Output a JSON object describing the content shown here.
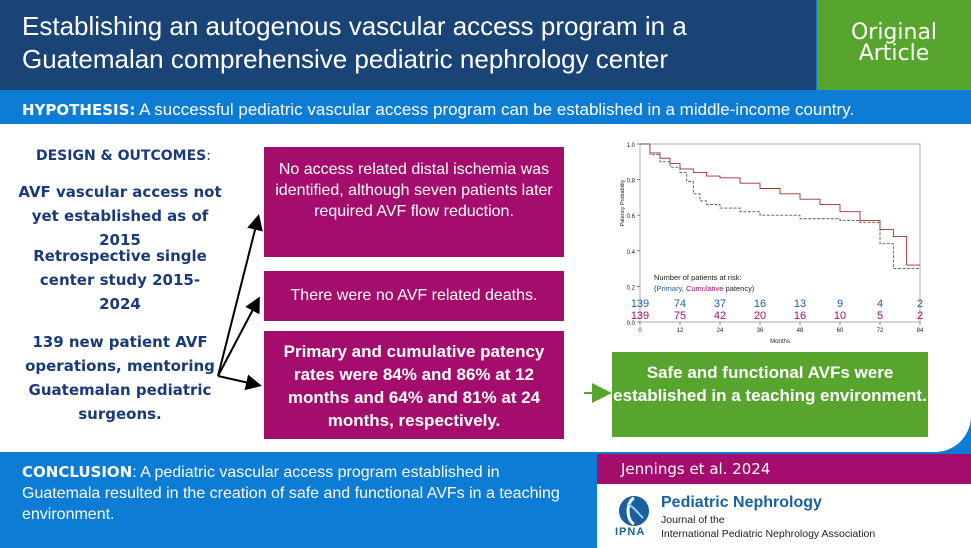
{
  "header": {
    "title": "Establishing an autogenous vascular access program in a Guatemalan comprehensive pediatric nephrology center",
    "tag": "Original Article",
    "tag_line1": "Original",
    "tag_line2": "Article"
  },
  "hypothesis": {
    "label": "HYPOTHESIS:",
    "text": " A successful pediatric vascular access program can be established in a middle-income country."
  },
  "design": {
    "label": "DESIGN & OUTCOMES",
    "colon": ":",
    "statements": [
      "AVF vascular access not yet established as of 2015",
      "Retrospective single center study 2015-2024",
      "139 new patient AVF operations, mentoring Guatemalan pediatric surgeons."
    ]
  },
  "findings": [
    "No access related distal ischemia was identified, although seven patients later required AVF flow reduction.",
    "There were no AVF related deaths.",
    "Primary and cumulative patency rates were 84% and 86% at 12 months and 64% and 81% at 24 months, respectively."
  ],
  "result": "Safe and functional AVFs were established in a teaching environment.",
  "conclusion": {
    "label": "CONCLUSION",
    "text": ": A pediatric vascular access program established in Guatemala resulted in the creation of safe and functional AVFs in a teaching environment."
  },
  "citation": "Jennings et al. 2024",
  "journal": {
    "name": "Pediatric Nephrology",
    "line1": "Journal of the",
    "line2": "International Pediatric Nephrology Association",
    "logo_text": "IPNA"
  },
  "colors": {
    "header_bg": "#1a4476",
    "page_bg": "#0c7cd5",
    "magenta": "#a50d6d",
    "green": "#57a52d",
    "primary_line": "#a52a2a",
    "cumulative_line": "#555555"
  },
  "chart_data": {
    "type": "line",
    "ylabel": "Patency Probability",
    "xlabel": "Months",
    "y_ticks": [
      "0.0",
      "0.2",
      "0.4",
      "0.6",
      "0.8",
      "1.0"
    ],
    "x_ticks": [
      "0",
      "12",
      "24",
      "36",
      "48",
      "60",
      "72",
      "84"
    ],
    "ylim": [
      0,
      1
    ],
    "xlim": [
      0,
      84
    ],
    "series": [
      {
        "name": "Cumulative patency",
        "color": "#a52a2a",
        "x": [
          0,
          3,
          6,
          9,
          12,
          16,
          20,
          24,
          30,
          36,
          42,
          48,
          54,
          60,
          66,
          72,
          76,
          80,
          84
        ],
        "y": [
          1.0,
          0.95,
          0.92,
          0.89,
          0.86,
          0.84,
          0.82,
          0.81,
          0.78,
          0.75,
          0.72,
          0.69,
          0.66,
          0.62,
          0.57,
          0.52,
          0.48,
          0.32,
          0.32
        ]
      },
      {
        "name": "Primary",
        "color": "#555555",
        "x": [
          0,
          3,
          6,
          9,
          12,
          14,
          16,
          18,
          20,
          24,
          30,
          36,
          48,
          60,
          66,
          72,
          76,
          84
        ],
        "y": [
          1.0,
          0.94,
          0.9,
          0.87,
          0.84,
          0.79,
          0.72,
          0.68,
          0.66,
          0.64,
          0.62,
          0.6,
          0.58,
          0.57,
          0.56,
          0.44,
          0.3,
          0.3
        ]
      }
    ],
    "risk_title": "Number of patients at risk:",
    "risk_legend_open": "(",
    "risk_legend_primary": "Primary",
    "risk_legend_sep": ", ",
    "risk_legend_cumulative": "Cumulative",
    "risk_legend_close": " patency)",
    "at_risk_primary": [
      139,
      74,
      37,
      16,
      13,
      9,
      4,
      2
    ],
    "at_risk_cumulative": [
      139,
      75,
      42,
      20,
      16,
      10,
      5,
      2
    ]
  }
}
